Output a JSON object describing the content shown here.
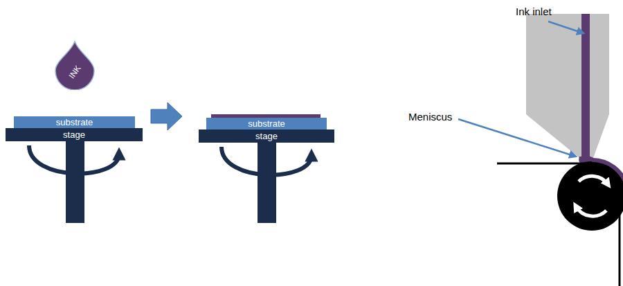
{
  "diagram": {
    "nodes": [
      {
        "text": [
          "INK"
        ]
      },
      {
        "text": [
          "substrate"
        ]
      },
      {
        "text": [
          "stage"
        ]
      },
      {
        "text": [
          "substrate"
        ]
      },
      {
        "text": [
          "stage"
        ]
      }
    ],
    "labels": [
      "Ink inlet",
      "Meniscus"
    ]
  }
}
